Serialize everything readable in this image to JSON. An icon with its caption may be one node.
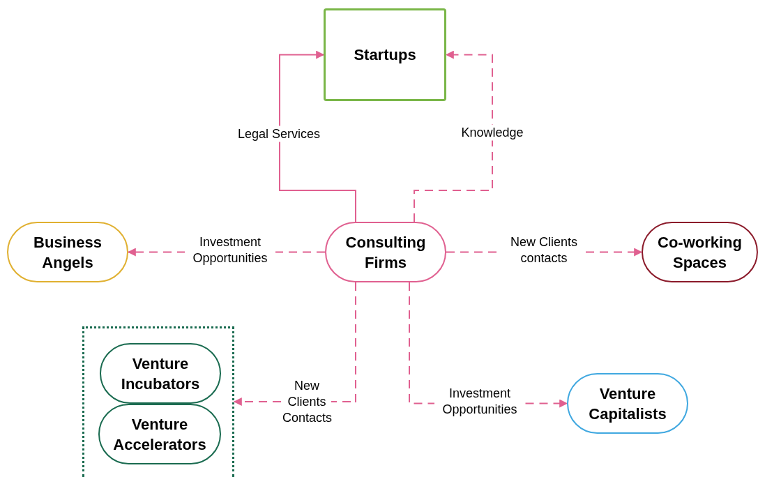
{
  "diagram": {
    "nodes": [
      {
        "text": [
          "Startups"
        ]
      },
      {
        "text": [
          "Business Angels"
        ]
      },
      {
        "text": [
          "Consulting Firms"
        ]
      },
      {
        "text": [
          "Co-working Spaces"
        ]
      },
      {
        "text": [],
        "shape": "box"
      },
      {
        "text": [
          "Venture Incubators"
        ],
        "in": 4
      },
      {
        "text": [
          "Venture Accelerators"
        ],
        "in": 4
      },
      {
        "text": [
          "Venture Capitalists"
        ]
      }
    ],
    "edges": [
      {
        "from": 2,
        "to": 0,
        "arrow": "to",
        "label": "Legal Services"
      },
      {
        "from": 2,
        "to": 0,
        "arrow": "to",
        "label": "Knowledge",
        "style": "dashed"
      },
      {
        "from": 2,
        "to": 1,
        "arrow": "to",
        "label": "Investment Opportunities",
        "style": "dashed"
      },
      {
        "from": 2,
        "to": 3,
        "arrow": "to",
        "label": "New Clients contacts",
        "style": "dashed"
      },
      {
        "from": 2,
        "to": 4,
        "arrow": "to",
        "label": "New Clients Contacts",
        "style": "dashed"
      },
      {
        "from": 2,
        "to": 7,
        "arrow": "to",
        "label": "Investment Opportunities",
        "style": "dashed"
      }
    ]
  }
}
